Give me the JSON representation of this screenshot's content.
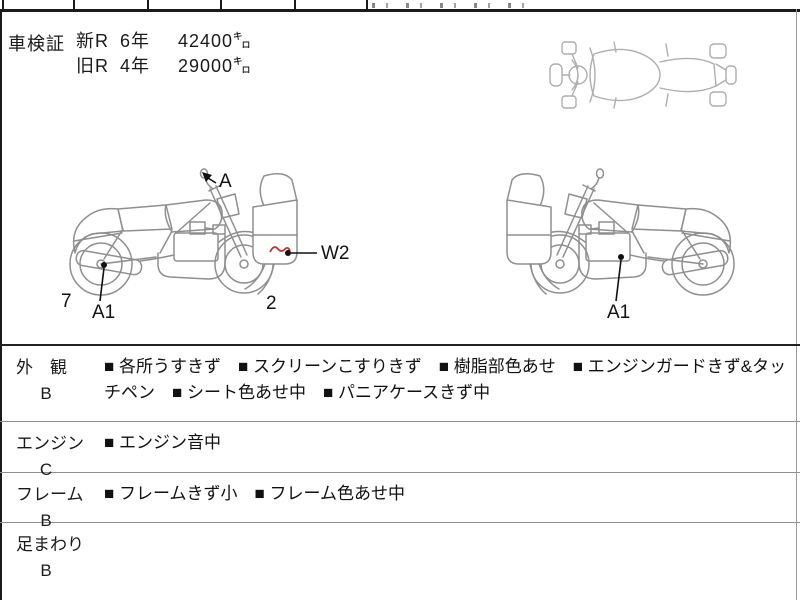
{
  "shaken": {
    "label": "車検証",
    "rows": [
      {
        "era": "新R",
        "years": "6年",
        "km": "42400㌔"
      },
      {
        "era": "旧R",
        "years": "4年",
        "km": "29000㌔"
      }
    ]
  },
  "annotations": {
    "mirror_point": "A",
    "wave_mark": "W2",
    "muffler_point": "A1",
    "engine_point": "A1",
    "num_rear": "7",
    "num_front": "2"
  },
  "colors": {
    "wave_mark": "#c43333",
    "drawing_line": "#8f8f8f",
    "topview_line": "#aeaeae"
  },
  "sections": [
    {
      "label": "外　観",
      "grade": "B",
      "items": [
        "各所うすきず",
        "スクリーンこすりきず",
        "樹脂部色あせ",
        "エンジンガードきず&タッチペン",
        "シート色あせ中",
        "パニアケースきず中"
      ]
    },
    {
      "label": "エンジン",
      "grade": "C",
      "items": [
        "エンジン音中"
      ]
    },
    {
      "label": "フレーム",
      "grade": "B",
      "items": [
        "フレームきず小",
        "フレーム色あせ中"
      ]
    },
    {
      "label": "足まわり",
      "grade": "B",
      "items": []
    }
  ]
}
